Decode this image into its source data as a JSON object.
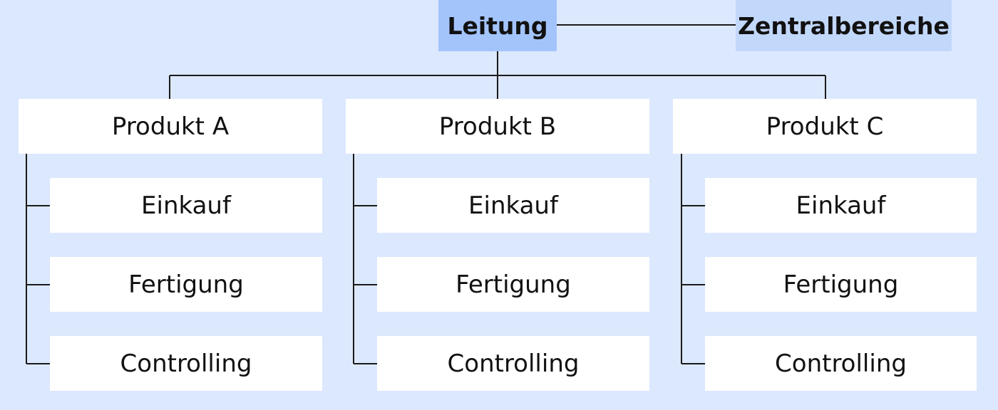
{
  "leitung": {
    "label": "Leitung"
  },
  "zentralbereiche": {
    "label": "Zentralbereiche"
  },
  "products": [
    {
      "label": "Produkt A",
      "units": [
        {
          "label": "Einkauf"
        },
        {
          "label": "Fertigung"
        },
        {
          "label": "Controlling"
        }
      ]
    },
    {
      "label": "Produkt B",
      "units": [
        {
          "label": "Einkauf"
        },
        {
          "label": "Fertigung"
        },
        {
          "label": "Controlling"
        }
      ]
    },
    {
      "label": "Produkt C",
      "units": [
        {
          "label": "Einkauf"
        },
        {
          "label": "Fertigung"
        },
        {
          "label": "Controlling"
        }
      ]
    }
  ],
  "colors": {
    "background": "#dce8fe",
    "leitung_fill": "#a3c4fb",
    "zentralbereiche_fill": "#c2d8fb",
    "box_fill": "#ffffff",
    "line": "#1a1a1a"
  }
}
